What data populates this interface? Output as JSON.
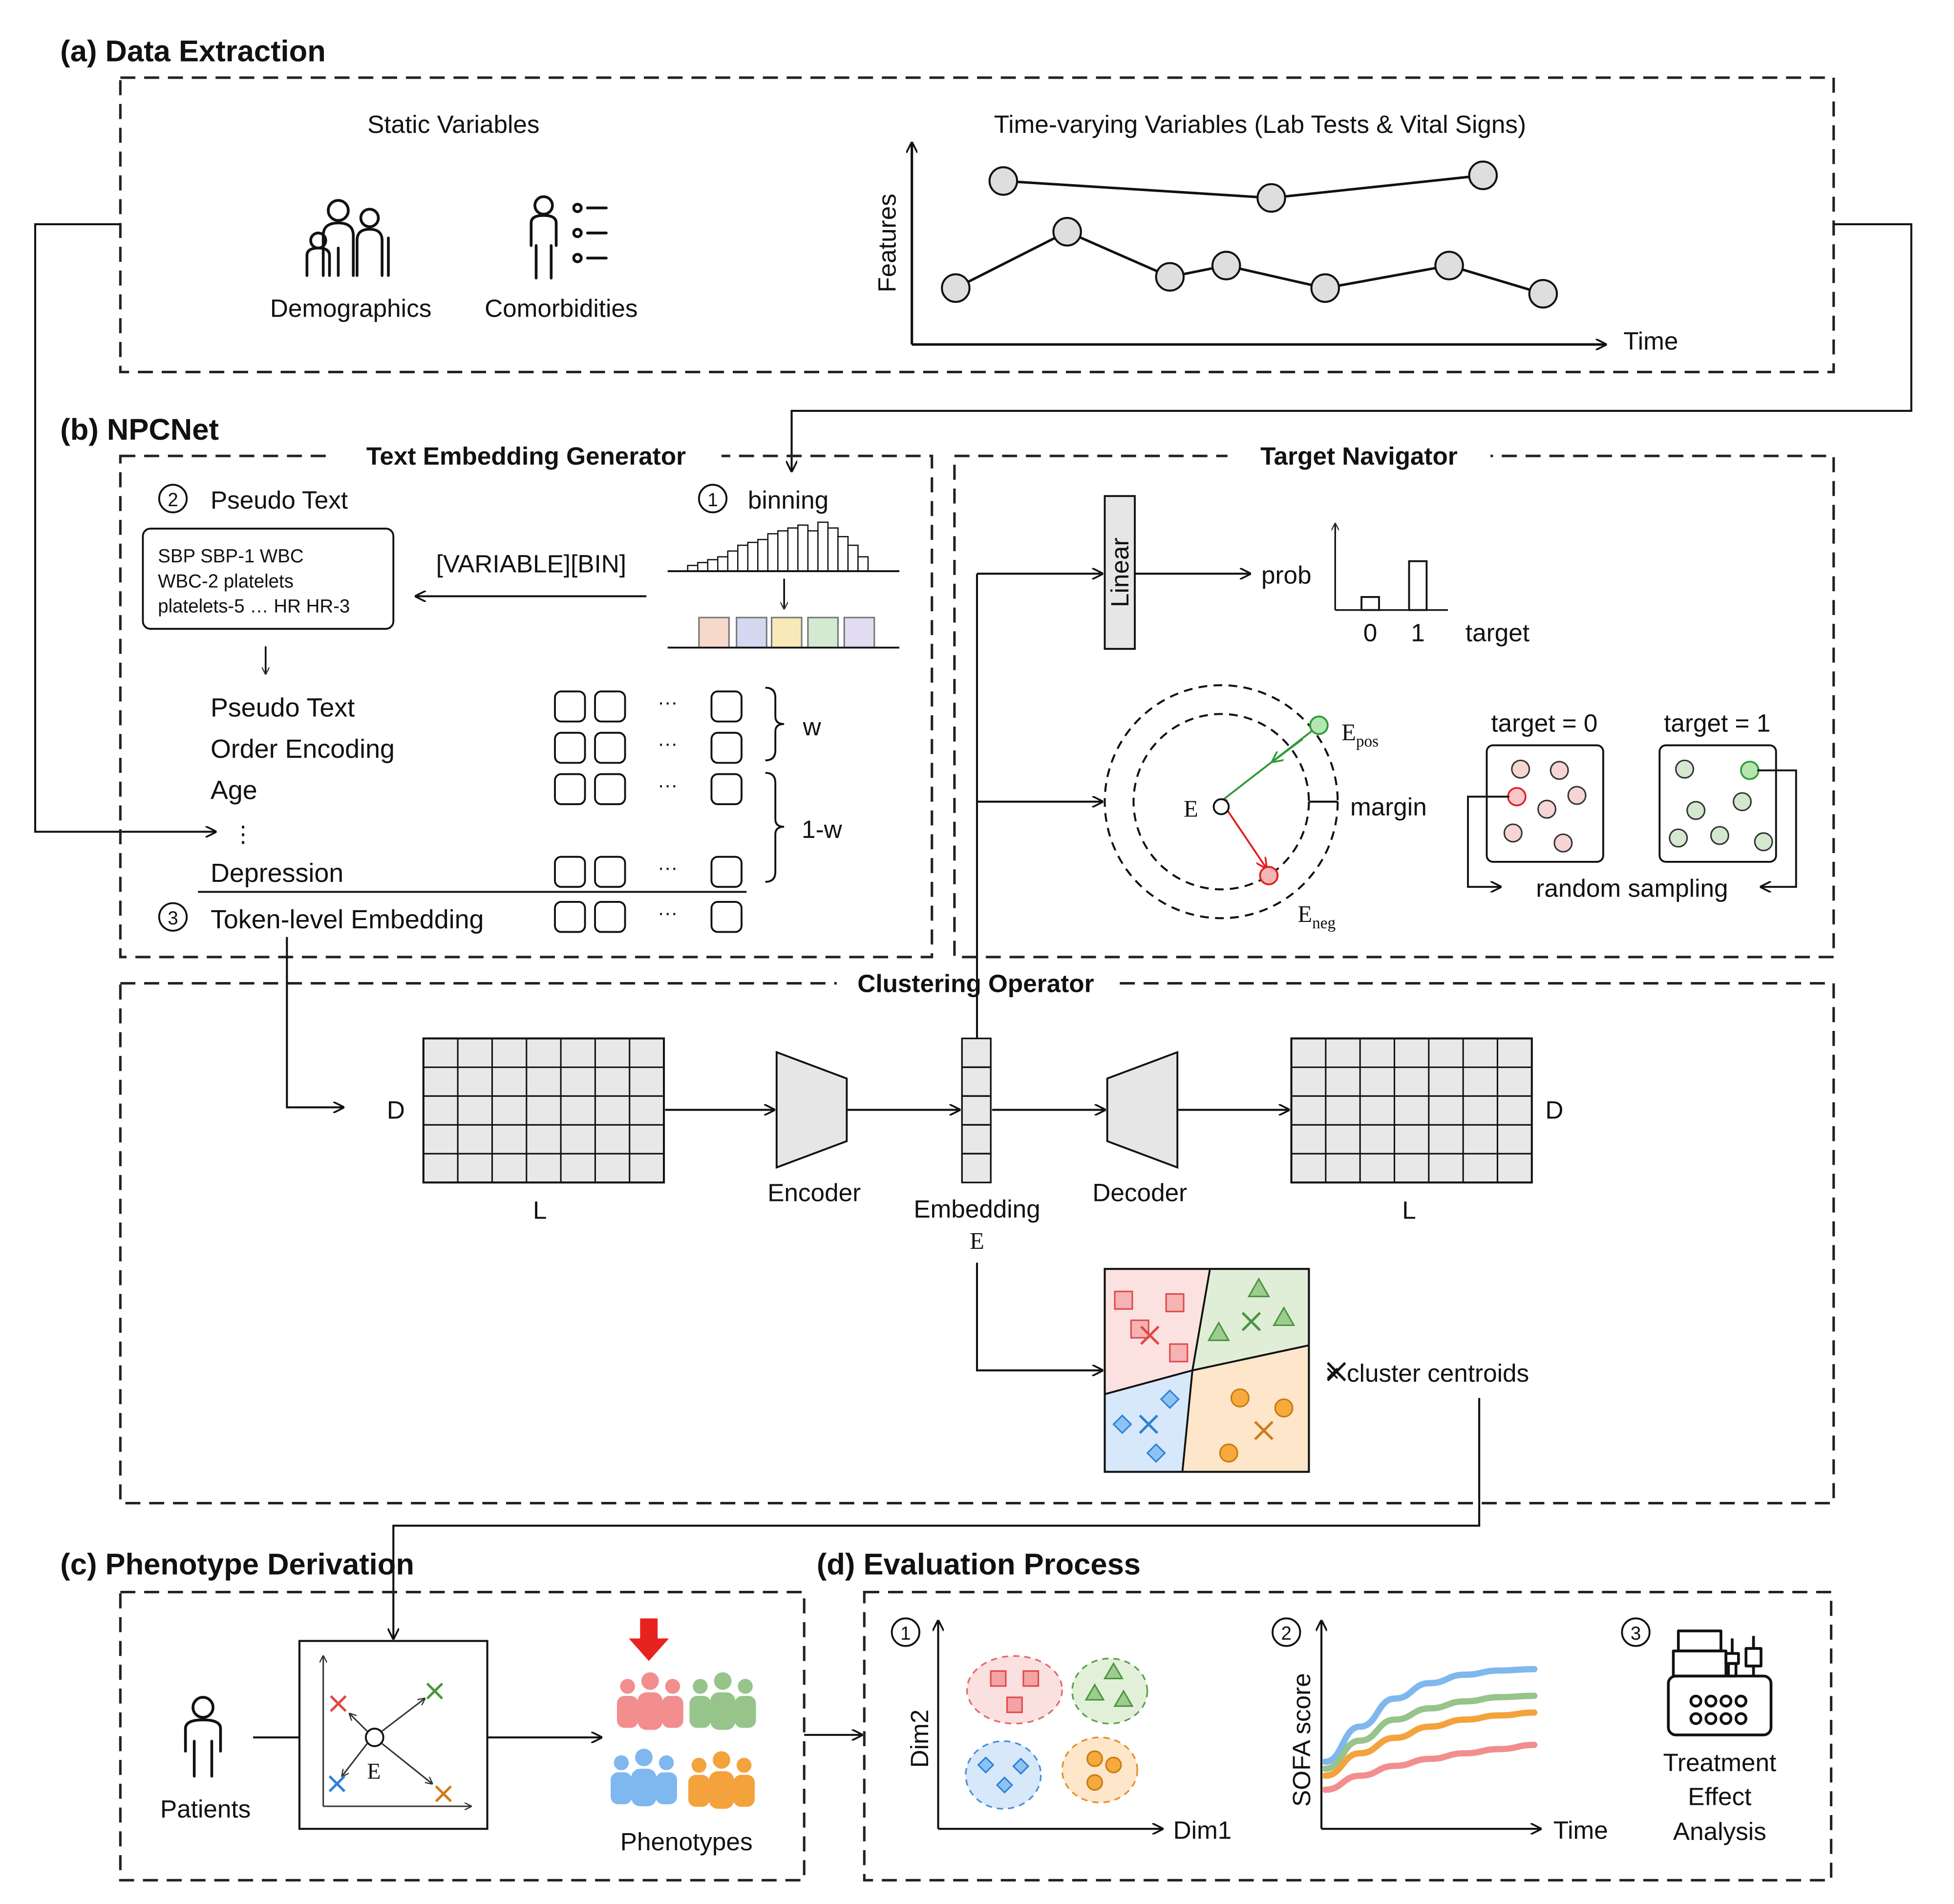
{
  "sections": {
    "a": "(a) Data Extraction",
    "b": "(b) NPCNet",
    "c": "(c) Phenotype Derivation",
    "d": "(d) Evaluation Process"
  },
  "data_extraction": {
    "static_title": "Static Variables",
    "demographics": "Demographics",
    "comorbidities": "Comorbidities",
    "timevarying_title": "Time-varying Variables (Lab Tests & Vital Signs)",
    "y_axis": "Features",
    "x_axis": "Time"
  },
  "text_embedding": {
    "title": "Text Embedding Generator",
    "step1_num": "1",
    "step1": "binning",
    "step2_num": "2",
    "step2": "Pseudo Text",
    "pseudo_lines": [
      "SBP SBP-1 WBC",
      "WBC-2 platelets",
      "platelets-5 … HR HR-3"
    ],
    "variable_bin": "[VARIABLE][BIN]",
    "rows": [
      "Pseudo Text",
      "Order Encoding",
      "Age",
      "⋮",
      "Depression"
    ],
    "step3_num": "3",
    "token_level": "Token-level Embedding",
    "dots": "···",
    "w": "w",
    "one_minus_w": "1-w"
  },
  "target_navigator": {
    "title": "Target Navigator",
    "linear": "Linear",
    "prob": "prob",
    "tick0": "0",
    "tick1": "1",
    "target": "target",
    "E": "E",
    "E_pos": "E",
    "E_pos_sub": "pos",
    "E_neg": "E",
    "E_neg_sub": "neg",
    "margin": "margin",
    "target0": "target = 0",
    "target1": "target = 1",
    "random_sampling": "random sampling"
  },
  "clustering": {
    "title": "Clustering Operator",
    "D_in": "D",
    "L_in": "L",
    "encoder": "Encoder",
    "embedding": "Embedding",
    "embedding_E": "E",
    "decoder": "Decoder",
    "D_out": "D",
    "L_out": "L",
    "centroid_legend": "× cluster centroids"
  },
  "phenotype": {
    "patients": "Patients",
    "E": "E",
    "phenotypes": "Phenotypes"
  },
  "evaluation": {
    "n1": "1",
    "dim2": "Dim2",
    "dim1": "Dim1",
    "n2": "2",
    "sofa": "SOFA score",
    "time": "Time",
    "n3": "3",
    "treatment": [
      "Treatment",
      "Effect",
      "Analysis"
    ]
  },
  "colors": {
    "red": "#f28e8e",
    "green": "#96c48a",
    "blue": "#7fb7ef",
    "orange": "#f4a23c",
    "grey_fill": "#e8e8e8",
    "arrow_red": "#e8221f"
  },
  "chart_data": [
    {
      "type": "line",
      "title": "Time-varying Variables (Lab Tests & Vital Signs)",
      "xlabel": "Time",
      "ylabel": "Features",
      "series": [
        {
          "values": [
            2.9,
            2.6,
            3.0
          ]
        },
        {
          "values": [
            1.0,
            2.0,
            1.2,
            1.4,
            1.0,
            1.4,
            0.9
          ]
        }
      ]
    },
    {
      "type": "bar",
      "xlabel": "target",
      "ylabel": "prob",
      "categories": [
        "0",
        "1"
      ],
      "values": [
        0.2,
        0.75
      ]
    },
    {
      "type": "line",
      "xlabel": "Time",
      "ylabel": "SOFA score",
      "series": [
        {
          "values": [
            0.3,
            0.55,
            0.75,
            0.86,
            0.92,
            0.95,
            0.96
          ]
        },
        {
          "values": [
            0.25,
            0.45,
            0.6,
            0.68,
            0.73,
            0.76,
            0.77
          ]
        },
        {
          "values": [
            0.2,
            0.36,
            0.47,
            0.55,
            0.6,
            0.63,
            0.65
          ]
        },
        {
          "values": [
            0.1,
            0.2,
            0.27,
            0.32,
            0.36,
            0.39,
            0.42
          ]
        }
      ]
    }
  ]
}
